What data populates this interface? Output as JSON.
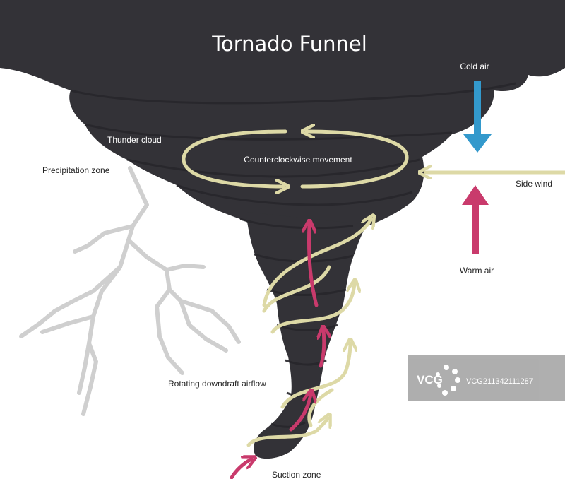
{
  "title": "Tornado Funnel",
  "labels": {
    "cold_air": "Cold air",
    "thunder_cloud": "Thunder cloud",
    "counterclockwise": "Counterclockwise movement",
    "precipitation_zone": "Precipitation zone",
    "side_wind": "Side wind",
    "warm_air": "Warm air",
    "rotating_downdraft": "Rotating downdraft airflow",
    "suction_zone": "Suction zone"
  },
  "watermark": {
    "logo": "VCG",
    "id": "VCG211342111287"
  },
  "colors": {
    "cloud": "#333237",
    "cloud_ridge": "#27262b",
    "swirl": "#ddd9a6",
    "warm_air": "#c93a6c",
    "cold_air": "#3399cc",
    "lightning": "#cfcfcf",
    "watermark_bg": "#a8a8a8"
  }
}
